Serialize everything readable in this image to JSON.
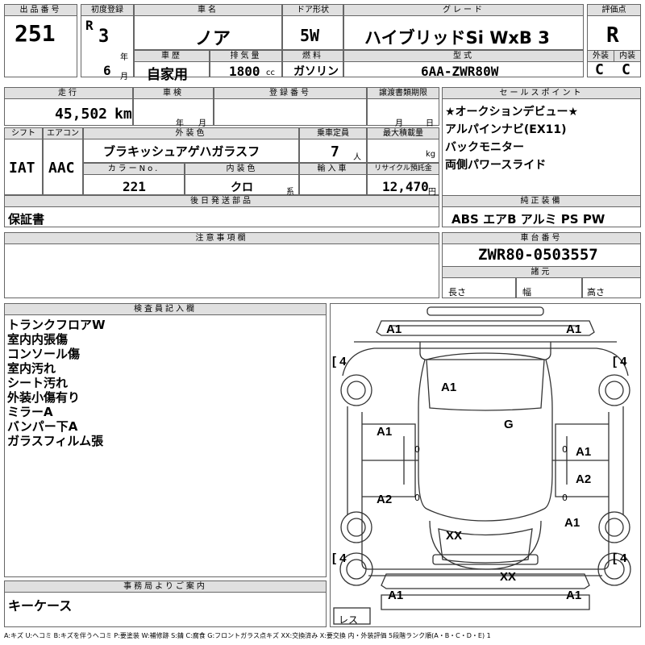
{
  "h": {
    "lot": "出品番号",
    "first_reg": "初度登録",
    "car_name": "車名",
    "doors": "ドア形状",
    "grade": "グレード",
    "score": "評価点",
    "year_unit": "年",
    "month_unit": "月",
    "history": "車歴",
    "displacement": "排気量",
    "fuel": "燃料",
    "model": "型式",
    "ext": "外装",
    "int": "内装",
    "mileage": "走行",
    "inspection": "車検",
    "reg_no": "登録番号",
    "transfer": "譲渡書類期限",
    "sales_points": "セールスポイント",
    "shift": "シフト",
    "ac": "エアコン",
    "color": "外装色",
    "capacity": "乗車定員",
    "max_load": "最大積載量",
    "color_no": "カラーNo.",
    "int_color": "内装色",
    "import": "輸入車",
    "recycle": "リサイクル預託金",
    "later": "後日発送部品",
    "genuine": "純正装備",
    "notes": "注意事項欄",
    "chassis": "車台番号",
    "dims": "諸元",
    "inspector": "検査員記入欄",
    "office": "事務局よりご案内"
  },
  "lot": "251",
  "reg_era": "R",
  "reg_year": "3",
  "reg_month": "6",
  "car_name": "ノア",
  "doors": "5W",
  "grade": "ハイブリッドSi WxB 3",
  "score": "R",
  "history": "自家用",
  "displacement": "1800",
  "displacement_unit": "cc",
  "fuel": "ガソリン",
  "model": "6AA-ZWR80W",
  "ext_grade": "C",
  "int_grade": "C",
  "mileage": "45,502",
  "mileage_unit": "km",
  "insp_year": "年",
  "insp_month": "月",
  "transfer_month": "月",
  "transfer_day": "日",
  "sales": [
    "★オークションデビュー★",
    "アルパインナビ(EX11)",
    "バックモニター",
    "両側パワースライド"
  ],
  "shift": "IAT",
  "ac": "AAC",
  "color": "ブラキッシュアゲハガラスフ",
  "capacity": "7",
  "capacity_unit": "人",
  "load_unit": "kg",
  "color_no": "221",
  "int_color": "クロ",
  "int_color_suffix": "系",
  "recycle": "12,470",
  "recycle_unit": "円",
  "later": "保証書",
  "genuine": "ABS エアB アルミ PS PW",
  "chassis": "ZWR80-0503557",
  "dim_length": "長さ",
  "dim_width": "幅",
  "dim_height": "高さ",
  "inspector": [
    "トランクフロアW",
    "室内内張傷",
    "コンソール傷",
    "室内汚れ",
    "シート汚れ",
    "外装小傷有り",
    "ミラーA",
    "バンパー下A",
    "ガラスフィルム張"
  ],
  "office": "キーケース",
  "damage": {
    "fl": "A1",
    "fr": "A1",
    "roof": "A1",
    "hood": "G",
    "lf_door": "A1",
    "rf_door": "A1",
    "lr_door": "A2",
    "rr_door": "A2",
    "rr_fender": "A1",
    "front_glass": "XX",
    "front_bumper": "XX",
    "bl": "A1",
    "br": "A1",
    "lf_i": "0",
    "lr_i": "0",
    "rf_i": "0",
    "rr_i": "0"
  },
  "tires": {
    "tl": "4",
    "tr": "4",
    "bl": "4",
    "br": "4"
  },
  "les": "レス",
  "legend": "A:キズ U:ヘコミ B:キズを伴うヘコミ P:要塗装 W:補修跡 S:錆 C:腐食 G:フロントガラス点キズ XX:交換済み X:要交換 内・外装評価 5段階ランク順(A・B・C・D・E) 1"
}
